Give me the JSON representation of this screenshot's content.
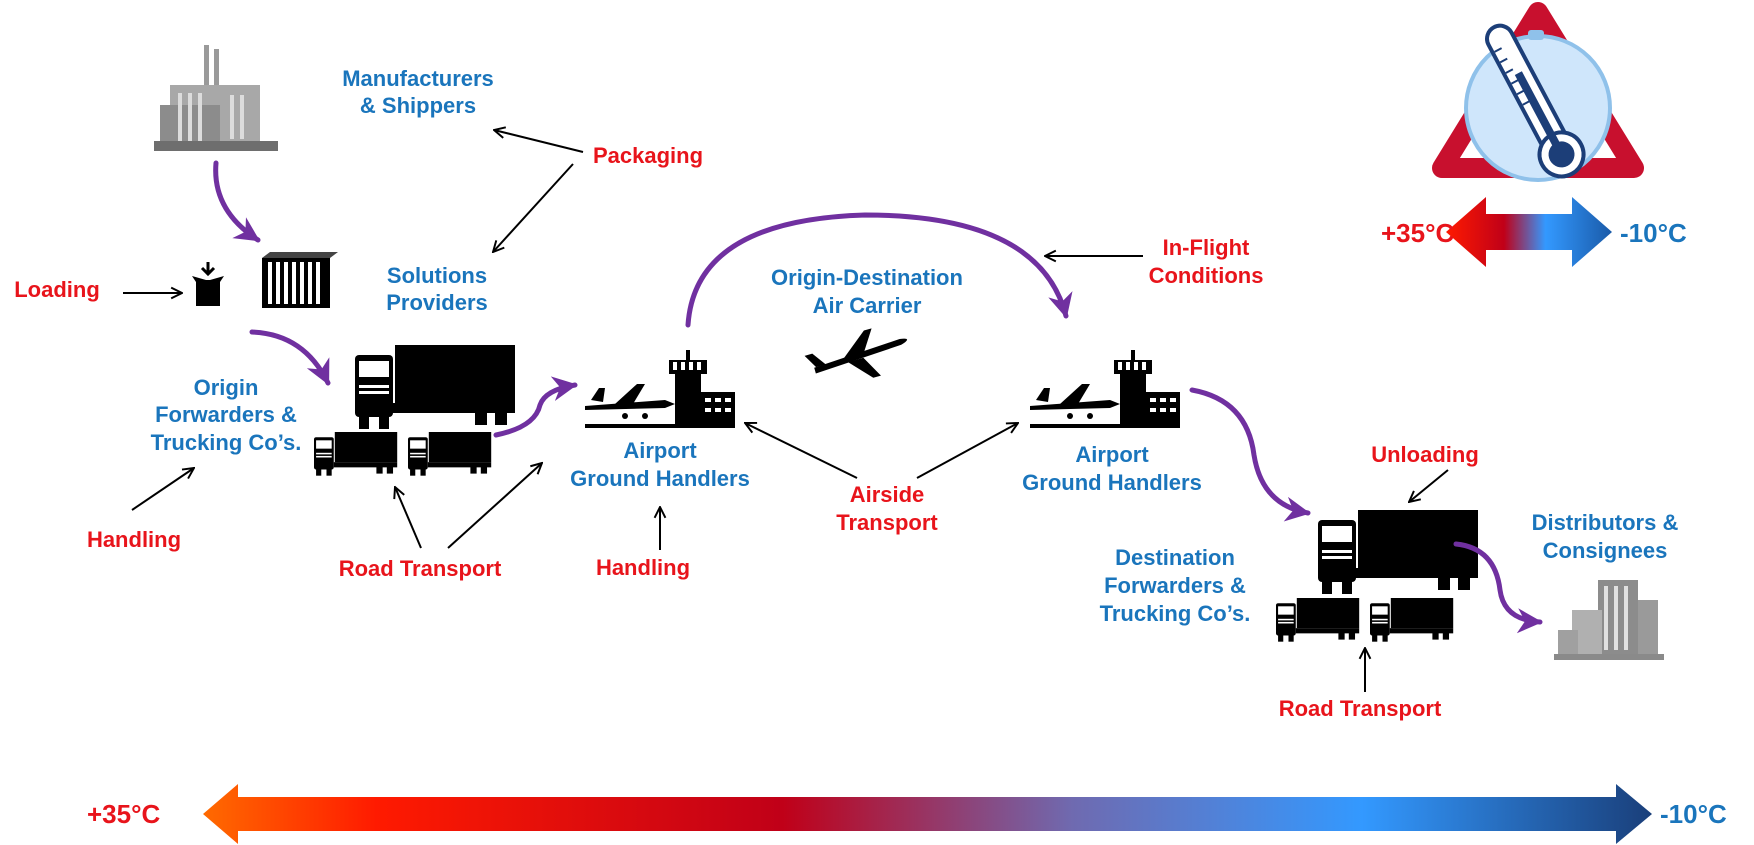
{
  "labels": {
    "manufacturers_line1": "Manufacturers",
    "manufacturers_line2": "& Shippers",
    "packaging": "Packaging",
    "solutions_line1": "Solutions",
    "solutions_line2": "Providers",
    "loading": "Loading",
    "origin_fwd_line1": "Origin",
    "origin_fwd_line2": "Forwarders &",
    "origin_fwd_line3": "Trucking Co’s.",
    "handling_left": "Handling",
    "road_transport_left": "Road Transport",
    "airport_left_line1": "Airport",
    "airport_left_line2": "Ground Handlers",
    "handling_mid": "Handling",
    "od_carrier_line1": "Origin-Destination",
    "od_carrier_line2": "Air Carrier",
    "inflight_line1": "In-Flight",
    "inflight_line2": "Conditions",
    "airside_line1": "Airside",
    "airside_line2": "Transport",
    "airport_right_line1": "Airport",
    "airport_right_line2": "Ground Handlers",
    "unloading": "Unloading",
    "dest_fwd_line1": "Destination",
    "dest_fwd_line2": "Forwarders &",
    "dest_fwd_line3": "Trucking Co’s.",
    "distributors_line1": "Distributors &",
    "distributors_line2": "Consignees",
    "road_transport_right": "Road Transport"
  },
  "temperature": {
    "hot": "+35°C",
    "cold": "-10°C"
  },
  "colors": {
    "stakeholder_text": "#1a75bc",
    "activity_text": "#e8141b",
    "flow_arrow": "#7030a0",
    "gradient_hot": "#ff6a00",
    "gradient_mid": "#c0001a",
    "gradient_cool": "#3399ff",
    "gradient_cold": "#1a3f7a"
  },
  "icons": [
    "factory-icon",
    "box-loading-icon",
    "container-icon",
    "truck-icon",
    "airport-icon",
    "airplane-icon",
    "office-building-icon",
    "thermometer-clock-icon"
  ]
}
